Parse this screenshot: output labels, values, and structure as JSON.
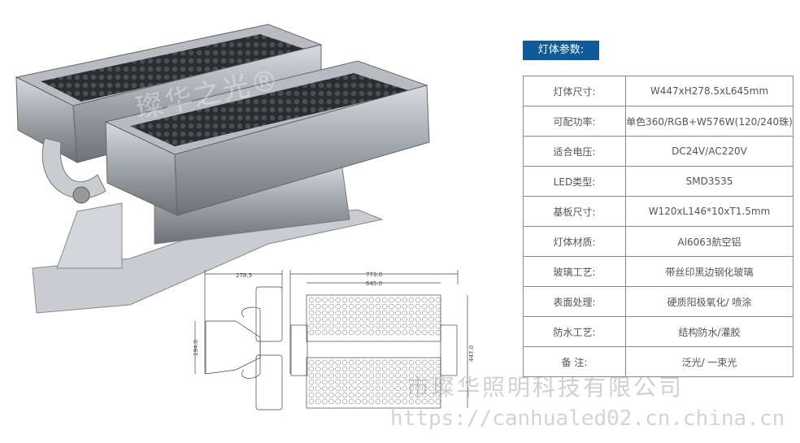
{
  "title": "灯体参数:",
  "specs": [
    {
      "label": "灯体尺寸:",
      "value": "W447xH278.5xL645mm"
    },
    {
      "label": "可配功率:",
      "value": "单色360/RGB+W576W(120/240珠)"
    },
    {
      "label": "适合电压:",
      "value": "DC24V/AC220V"
    },
    {
      "label": "LED类型:",
      "value": "SMD3535"
    },
    {
      "label": "基板尺寸:",
      "value": "W120xL146*10xT1.5mm"
    },
    {
      "label": "灯体材质:",
      "value": "Al6063航空铝"
    },
    {
      "label": "玻璃工艺:",
      "value": "带丝印黑边钢化玻璃"
    },
    {
      "label": "表面处理:",
      "value": "硬质阳极氧化/  喷涂"
    },
    {
      "label": "防水工艺:",
      "value": "结构防水/灌胶"
    },
    {
      "label": "备      注:",
      "value": "泛光/  一束光"
    }
  ],
  "drawing": {
    "dim_side_width": "278.5",
    "dim_side_height": "194.0",
    "dim_total_length": "773.0",
    "dim_body_length": "645.0",
    "dim_height": "447.0"
  },
  "product_logo": "璨华之光®",
  "watermark": {
    "company": "市璨华照明科技有限公司",
    "url": "https://canhualed02.cn.china.cn"
  }
}
